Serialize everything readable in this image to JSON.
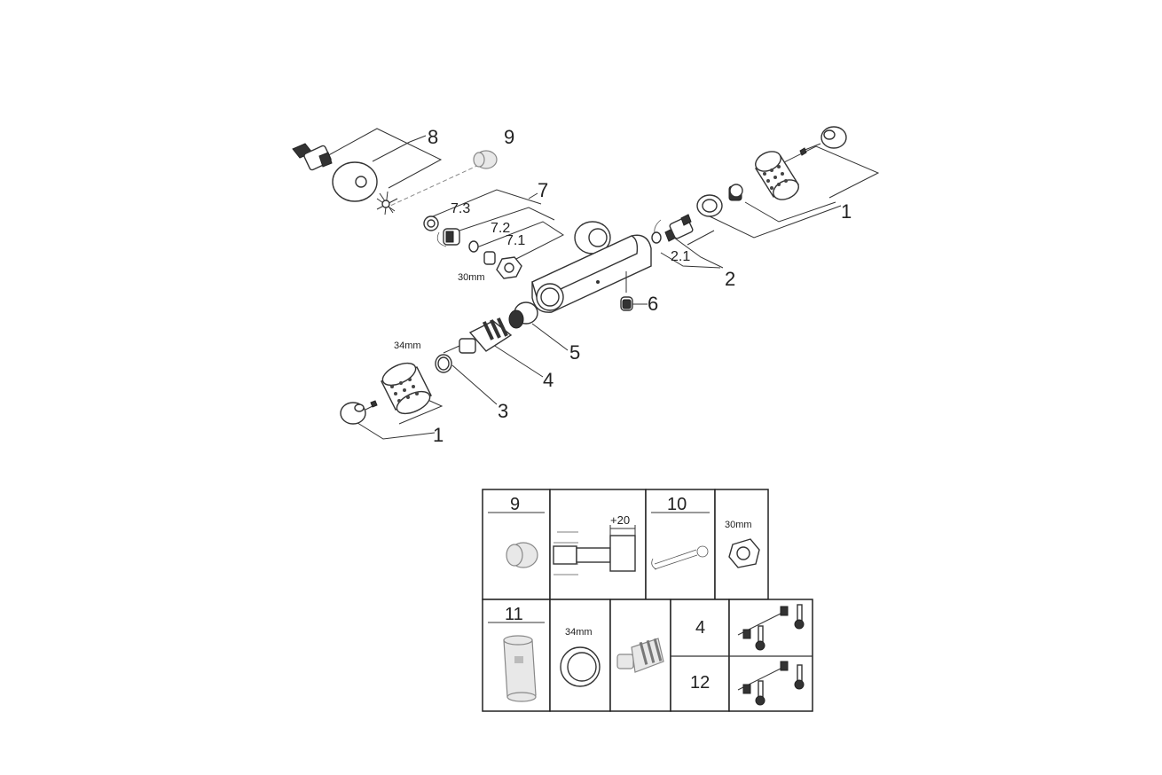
{
  "labels": {
    "l1a": "1",
    "l1b": "1",
    "l2": "2",
    "l21": "2.1",
    "l3": "3",
    "l4": "4",
    "l5": "5",
    "l6": "6",
    "l7": "7",
    "l71": "7.1",
    "l72": "7.2",
    "l73": "7.3",
    "l8": "8",
    "l9": "9",
    "m30": "30mm",
    "m34": "34mm"
  },
  "table": {
    "c9": "9",
    "c10": "10",
    "c11": "11",
    "plus20": "+20",
    "m30": "30mm",
    "m34": "34mm",
    "q4": "4",
    "q12": "12"
  }
}
